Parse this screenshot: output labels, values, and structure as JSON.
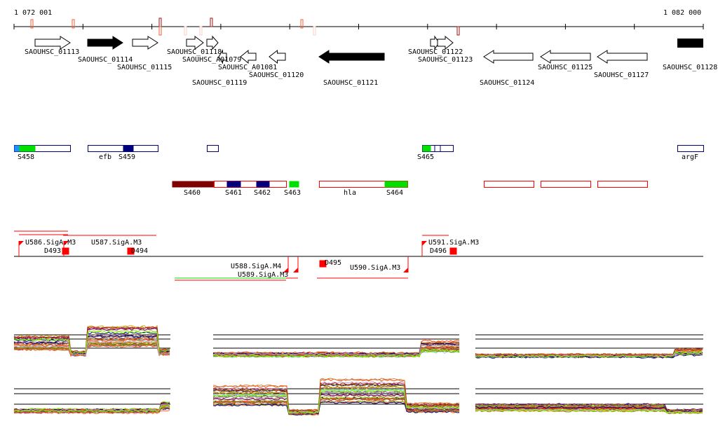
{
  "ruler": {
    "start_label": "1 072 001",
    "end_label": "1 082 000"
  },
  "genes": [
    {
      "name": "SAOUHSC_01113",
      "strand": "+",
      "fill": "open"
    },
    {
      "name": "SAOUHSC_01114",
      "strand": "+",
      "fill": "solid"
    },
    {
      "name": "SAOUHSC_01115",
      "strand": "+",
      "fill": "open"
    },
    {
      "name": "SAOUHSC_01118",
      "strand": "+",
      "fill": "open"
    },
    {
      "name": "SAOUHSC_A01079",
      "strand": "+",
      "fill": "open"
    },
    {
      "name": "SAOUHSC_01119",
      "strand": "-",
      "fill": "open"
    },
    {
      "name": "SAOUHSC_A01081",
      "strand": "-",
      "fill": "open"
    },
    {
      "name": "SAOUHSC_01120",
      "strand": "-",
      "fill": "open"
    },
    {
      "name": "SAOUHSC_01121",
      "strand": "-",
      "fill": "solid"
    },
    {
      "name": "SAOUHSC_01122",
      "strand": "+",
      "fill": "open"
    },
    {
      "name": "SAOUHSC_01123",
      "strand": "+",
      "fill": "open"
    },
    {
      "name": "SAOUHSC_01124",
      "strand": "-",
      "fill": "open"
    },
    {
      "name": "SAOUHSC_01125",
      "strand": "-",
      "fill": "open"
    },
    {
      "name": "SAOUHSC_01127",
      "strand": "-",
      "fill": "open"
    },
    {
      "name": "SAOUHSC_01128",
      "strand": "-",
      "fill": "solid"
    }
  ],
  "segments_upper": [
    "S458",
    "efb",
    "S459",
    "S465",
    "argF"
  ],
  "segments_lower": [
    "S460",
    "S461",
    "S462",
    "S463",
    "hla",
    "S464"
  ],
  "promoters": [
    "U586.SigA.M3",
    "D493",
    "U587.SigA.M3",
    "D494",
    "U591.SigA.M3",
    "D496",
    "U588.SigA.M4",
    "U589.SigA.M3",
    "D495",
    "U590.SigA.M3"
  ],
  "colors": {
    "red": "#ff0000",
    "green": "#00e000",
    "navy": "#00007f",
    "darkred": "#7f0000",
    "blue": "#1e90ff"
  }
}
